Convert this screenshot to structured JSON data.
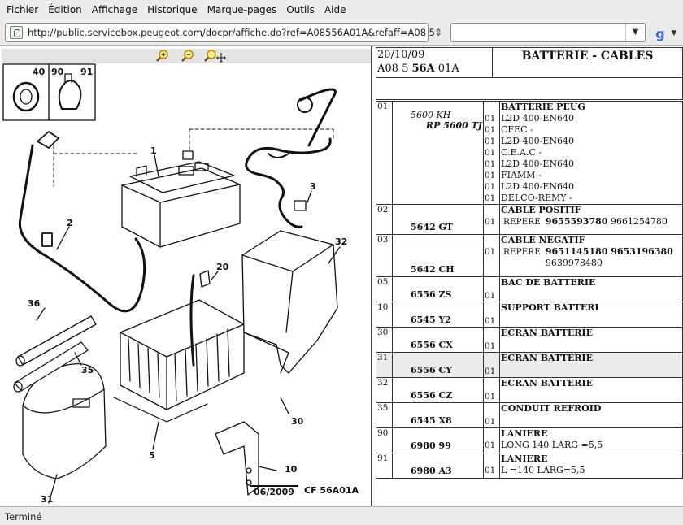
{
  "menu": [
    "Fichier",
    "Édition",
    "Affichage",
    "Historique",
    "Marque-pages",
    "Outils",
    "Aide"
  ],
  "navbar": {
    "url": "http://public.servicebox.peugeot.com/docpr/affiche.do?ref=A08556A01A&refaff=A08  5",
    "search_value": ""
  },
  "diagram": {
    "inset_labels": [
      "40",
      "90",
      "91"
    ],
    "callouts": [
      "1",
      "2",
      "3",
      "32",
      "20",
      "36",
      "35",
      "30",
      "10",
      "5",
      "31"
    ],
    "footer_date": "06/2009",
    "footer_ref": "CF 56A01A"
  },
  "header": {
    "date": "20/10/09",
    "ref_pre": "A08 5 ",
    "ref_bold": "56A",
    "ref_post": " 01A",
    "title": "BATTERIE - CABLES"
  },
  "parts": [
    {
      "idx": "01",
      "ref": "",
      "sub": "5600 KH",
      "sub2": "RP 5600 TJ",
      "q": [
        "01",
        "01",
        "01",
        "01",
        "01",
        "01",
        "01",
        "01"
      ],
      "title": "BATTERIE PEUG",
      "lines": [
        "L2D 400-EN640",
        "CFEC -",
        "L2D 400-EN640",
        "C.E.A.C -",
        "L2D 400-EN640",
        "FIAMM -",
        "L2D 400-EN640",
        "DELCO-REMY -"
      ]
    },
    {
      "idx": "02",
      "ref": "5642 GT",
      "q": [
        "01"
      ],
      "title": "CABLE POSITIF",
      "rep_label": "REPERE",
      "rep_bold": "9655593780",
      "rep_rest": " 9661254780"
    },
    {
      "idx": "03",
      "ref": "5642 CH",
      "q": [
        "01"
      ],
      "title": "CABLE NEGATIF",
      "rep_label": "REPERE",
      "rep_bold": "9651145180 9653196380",
      "rep_rest": "9639978480"
    },
    {
      "idx": "05",
      "ref": "6556 ZS",
      "q": [
        "01"
      ],
      "title": "BAC DE BATTERIE"
    },
    {
      "idx": "10",
      "ref": "6545 Y2",
      "q": [
        "01"
      ],
      "title": "SUPPORT BATTERI"
    },
    {
      "idx": "30",
      "ref": "6556 CX",
      "q": [
        "01"
      ],
      "title": "ECRAN BATTERIE"
    },
    {
      "idx": "31",
      "ref": "6556 CY",
      "q": [
        "01"
      ],
      "title": "ECRAN BATTERIE",
      "selected": true
    },
    {
      "idx": "32",
      "ref": "6556 CZ",
      "q": [
        "01"
      ],
      "title": "ECRAN BATTERIE"
    },
    {
      "idx": "35",
      "ref": "6545 X8",
      "q": [
        "01"
      ],
      "title": "CONDUIT REFROID"
    },
    {
      "idx": "90",
      "ref": "6980 99",
      "q": [
        "01"
      ],
      "title": "LANIERE",
      "lines": [
        "LONG 140 LARG =5,5"
      ]
    },
    {
      "idx": "91",
      "ref": "6980 A3",
      "q": [
        "01"
      ],
      "title": "LANIERE",
      "lines": [
        "L =140 LARG=5,5"
      ]
    }
  ],
  "status": "Terminé",
  "colors": {
    "accent": "#3c6bd8",
    "zoom_icon": "#e0b000"
  }
}
